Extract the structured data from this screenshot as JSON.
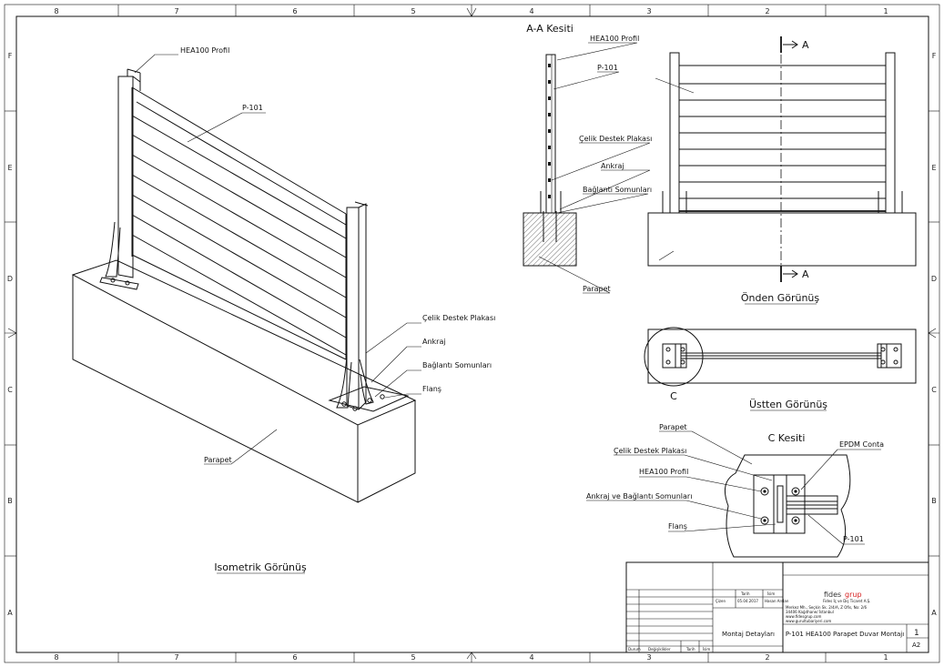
{
  "drawing": {
    "columns": [
      "8",
      "7",
      "6",
      "5",
      "4",
      "3",
      "2",
      "1"
    ],
    "rows": [
      "F",
      "E",
      "D",
      "C",
      "B",
      "A"
    ]
  },
  "views": {
    "aa_title": "A-A Kesiti",
    "front_title": "Önden Görünüş",
    "top_title": "Üstten Görünüş",
    "c_title": "C Kesiti",
    "iso_title": "Isometrik Görünüş",
    "section_mark_top": "A",
    "section_mark_bottom": "A",
    "detail_mark": "C"
  },
  "labels": {
    "iso": {
      "hea": "HEA100 Profil",
      "p101": "P-101",
      "celik": "Çelik Destek Plakası",
      "ankraj": "Ankraj",
      "baglanti": "Bağlantı Somunları",
      "flans": "Flanş",
      "parapet": "Parapet"
    },
    "aa": {
      "hea": "HEA100 Profil",
      "p101": "P-101",
      "celik": "Çelik Destek Plakası",
      "ankraj": "Ankraj",
      "baglanti": "Bağlantı Somunları",
      "parapet": "Parapet"
    },
    "c": {
      "parapet": "Parapet",
      "celik": "Çelik Destek Plakası",
      "hea": "HEA100 Profil",
      "ankraj": "Ankraj ve Bağlantı Somunları",
      "flans": "Flanş",
      "epdm": "EPDM Conta",
      "p101": "P-101"
    }
  },
  "title_block": {
    "company_logo_a": "fides",
    "company_logo_b": "grup",
    "company_name": "Fides İç ve Dış Ticaret A.Ş.",
    "address_1": "Merkez Mh., Seçkin Sk. 2/4/A, Z Ofis, No: 2/6",
    "address_2": "34406 Kağıthane/ İstanbul",
    "web_1": "www.fidesgrup.com",
    "web_2": "www.gurultubariyeri.com",
    "col_tarih": "Tarih",
    "col_isim": "İsim",
    "row_cizen": "Çizen",
    "date": "05.04.2017",
    "drawn_by": "Hasan Arslan",
    "section_name": "Montaj Detayları",
    "drawing_title": "P-101 HEA100 Parapet Duvar Montajı",
    "sheet_no": "1",
    "paper_size": "A2",
    "foot_durum": "Durum",
    "foot_degisiklik": "Değişiklikler",
    "foot_tarih": "Tarih",
    "foot_isim": "İsim"
  },
  "colors": {
    "line": "#111111",
    "logo_accent": "#d62020"
  }
}
